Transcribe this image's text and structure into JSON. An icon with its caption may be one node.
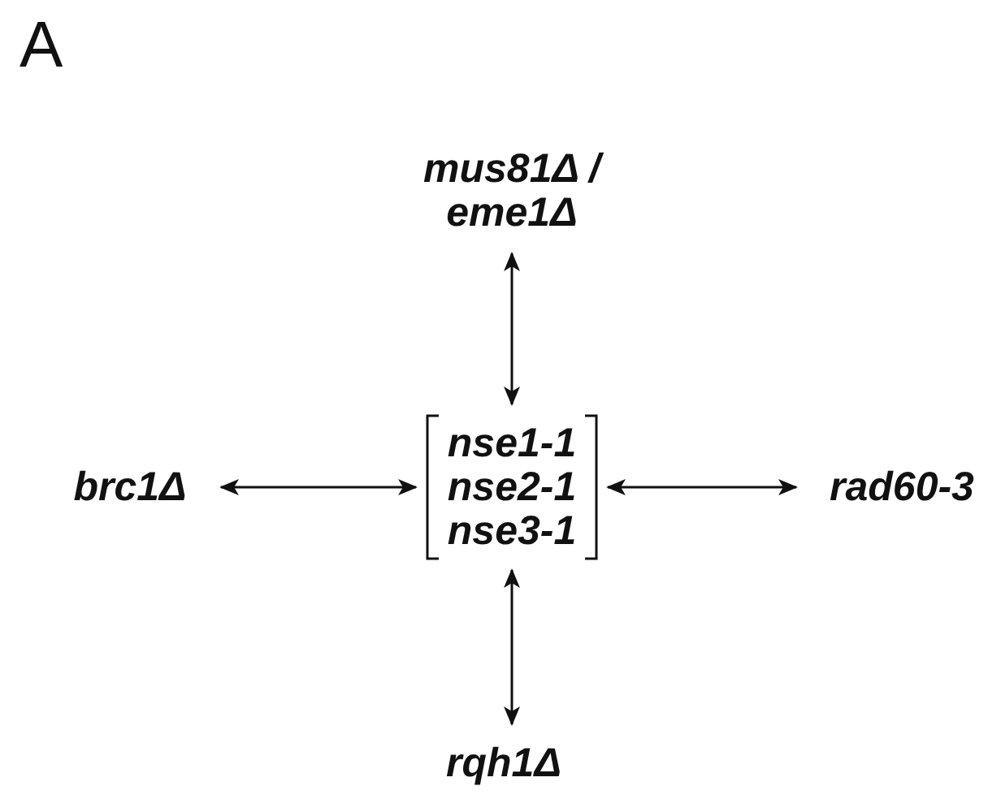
{
  "diagram": {
    "nodes": [
      {
        "text": [
          "mus81Δ / eme1Δ"
        ]
      },
      {
        "text": [
          "nse1-1",
          "nse2-1",
          "nse3-1"
        ]
      },
      {
        "text": [
          "brc1Δ"
        ]
      },
      {
        "text": [
          "rad60-3"
        ]
      },
      {
        "text": [
          "rqh1Δ"
        ]
      }
    ],
    "edges": [
      {
        "from": 0,
        "to": 1,
        "arrow": "both"
      },
      {
        "from": 2,
        "to": 1,
        "arrow": "both"
      },
      {
        "from": 1,
        "to": 3,
        "arrow": "both"
      },
      {
        "from": 1,
        "to": 4,
        "arrow": "both"
      }
    ],
    "labels": [
      "A"
    ]
  }
}
